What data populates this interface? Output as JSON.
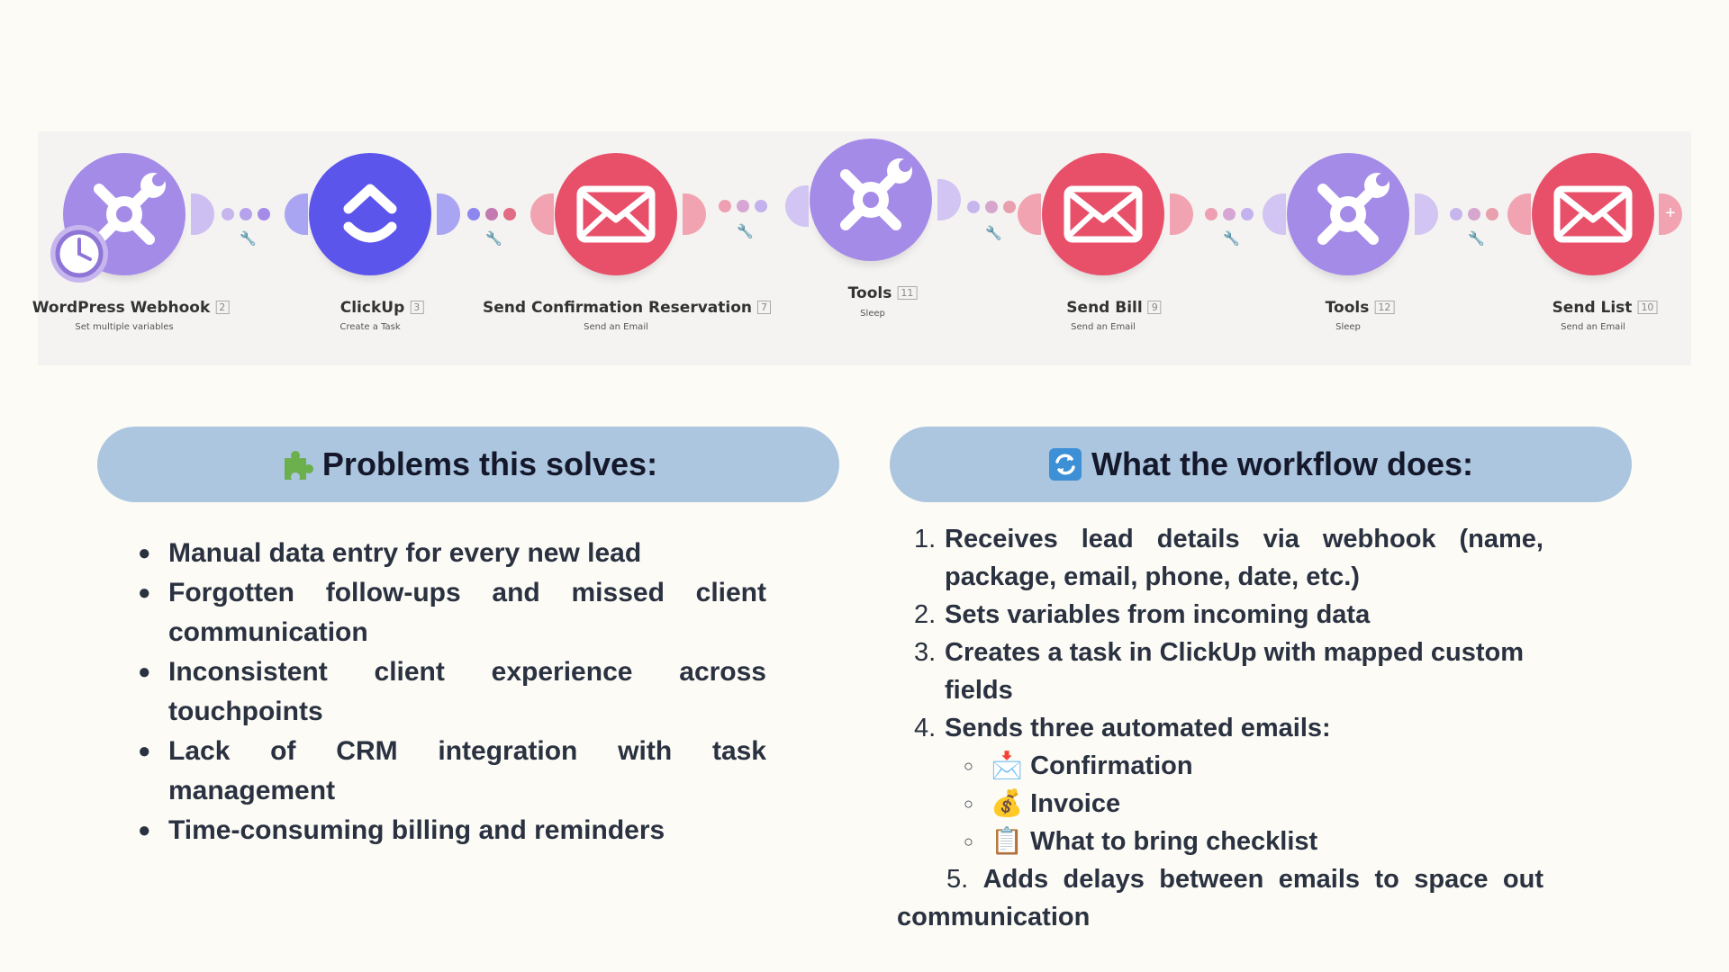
{
  "workflow": {
    "nodes": [
      {
        "title": "WordPress Webhook",
        "id": "2",
        "subtitle": "Set multiple variables",
        "icon": "tools-icon",
        "color": "#a58be8"
      },
      {
        "title": "ClickUp",
        "id": "3",
        "subtitle": "Create a Task",
        "icon": "clickup-icon",
        "color": "#5c55ec"
      },
      {
        "title": "Send Confirmation Reservation",
        "id": "7",
        "subtitle": "Send an Email",
        "icon": "envelope-icon",
        "color": "#e8506a"
      },
      {
        "title": "Tools",
        "id": "11",
        "subtitle": "Sleep",
        "icon": "tools-icon",
        "color": "#a58be8"
      },
      {
        "title": "Send Bill",
        "id": "9",
        "subtitle": "Send an Email",
        "icon": "envelope-icon",
        "color": "#e8506a"
      },
      {
        "title": "Tools",
        "id": "12",
        "subtitle": "Sleep",
        "icon": "tools-icon",
        "color": "#a58be8"
      },
      {
        "title": "Send List",
        "id": "10",
        "subtitle": "Send an Email",
        "icon": "envelope-icon",
        "color": "#e8506a"
      }
    ]
  },
  "problems": {
    "heading": "Problems this solves:",
    "icon": "puzzle-piece-icon",
    "items": [
      "Manual data entry for every new lead",
      "Forgotten follow-ups and missed client communication",
      "Inconsistent client experience across touchpoints",
      "Lack of CRM integration with task management",
      "Time-consuming billing and reminders"
    ]
  },
  "workflow_desc": {
    "heading": "What the workflow does:",
    "icon": "repeat-arrows-icon",
    "steps": [
      "Receives lead details via webhook (name, package, email, phone, date, etc.)",
      "Sets variables from incoming data",
      "Creates a task in ClickUp with mapped custom fields",
      "Sends three automated emails:"
    ],
    "emails": [
      {
        "emoji": "📩",
        "icon": "incoming-envelope-icon",
        "label": "Confirmation"
      },
      {
        "emoji": "💰",
        "icon": "money-bag-icon",
        "label": "Invoice"
      },
      {
        "emoji": "📋",
        "icon": "clipboard-icon",
        "label": "What to bring checklist"
      }
    ],
    "last_step": "Adds delays between emails to space out communication"
  },
  "colors": {
    "pill": "#acc6e0",
    "background": "#fcfbf5",
    "purple": "#a58be8",
    "red": "#e8506a",
    "indigo": "#5c55ec"
  }
}
